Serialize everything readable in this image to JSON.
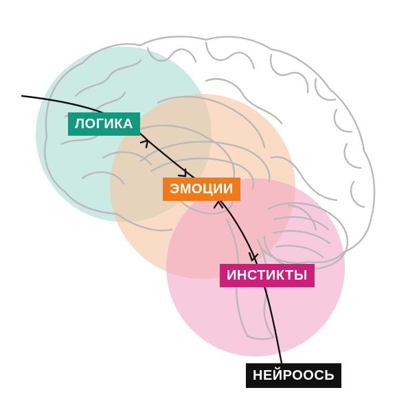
{
  "labels": {
    "logic": {
      "text": "ЛОГИКА",
      "color": "#0f9a80"
    },
    "emotion": {
      "text": "ЭМОЦИИ",
      "color": "#f07a1a"
    },
    "instinct": {
      "text": "ИНСТИКТЫ",
      "color": "#cc1f7a"
    },
    "neuro": {
      "text": "НЕЙРООСЬ",
      "color": "#111111"
    }
  },
  "zones": {
    "logic_fill": "#a9dcd2",
    "emotion_fill": "#f6c5a0",
    "instinct_fill": "#f2a6c7"
  },
  "icons": {
    "brain": "brain-illustration",
    "axis": "curved-arrow-axis"
  }
}
